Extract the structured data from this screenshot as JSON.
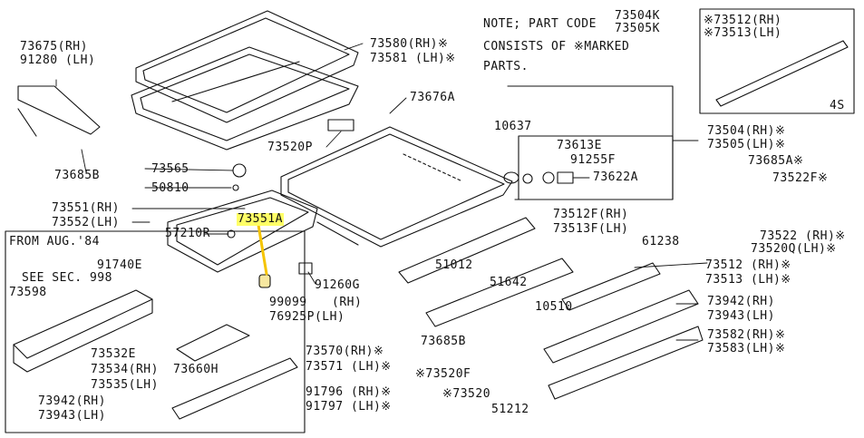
{
  "note": {
    "line1": "NOTE; PART CODE",
    "line2": "CONSISTS OF ※MARKED",
    "line3": "PARTS.",
    "code1": "73504K",
    "code2": "73505K"
  },
  "inset_tr": {
    "a": "※73512(RH)",
    "b": "※73513(LH)",
    "variant": "4S"
  },
  "inset_bl": {
    "title": "FROM AUG.'84",
    "see": "SEE SEC. 998"
  },
  "colors": {
    "highlight": "#ffff66",
    "ink": "#111111",
    "leader": "#f5c400"
  },
  "parts": {
    "p73675": "73675(RH)",
    "p91280": "91280 (LH)",
    "p73685b": "73685B",
    "p73580": "73580(RH)※",
    "p73581": "73581 (LH)※",
    "p73676a": "73676A",
    "p73520p": "73520P",
    "p73565": "73565",
    "p50810": "50810",
    "p73551": "73551(RH)",
    "p73552": "73552(LH)",
    "p73551a": "73551A",
    "p57210r": "57210R",
    "p10637": "10637",
    "p73613e": "73613E",
    "p91255f": "91255F",
    "p73622a": "73622A",
    "p73504": "73504(RH)※",
    "p73505": "73505(LH)※",
    "p73685a": "73685A※",
    "p73522f": "73522F※",
    "p73512f": "73512F(RH)",
    "p73513f": "73513F(LH)",
    "p61238": "61238",
    "p73522": "73522 (RH)※",
    "p73520q": "73520Q(LH)※",
    "p73512": "73512 (RH)※",
    "p73513": "73513 (LH)※",
    "p51012": "51012",
    "p91260g": "91260G",
    "p51642": "51642",
    "p10510": "10510",
    "p99099": "99099",
    "p76925p_rh": "(RH)",
    "p76925p": "76925P(LH)",
    "p73942": "73942(RH)",
    "p73943": "73943(LH)",
    "p73582": "73582(RH)※",
    "p73583": "73583(LH)※",
    "p91740e": "91740E",
    "p73598": "73598",
    "p73532e": "73532E",
    "p73534": "73534(RH)",
    "p73535": "73535(LH)",
    "p73660h": "73660H",
    "p73942b": "73942(RH)",
    "p73943b": "73943(LH)",
    "p73570": "73570(RH)※",
    "p73571": "73571 (LH)※",
    "p73685b2": "73685B",
    "p73520f": "※73520F",
    "p73520": "※73520",
    "p91796": "91796 (RH)※",
    "p91797": "91797 (LH)※",
    "p51212": "51212"
  }
}
